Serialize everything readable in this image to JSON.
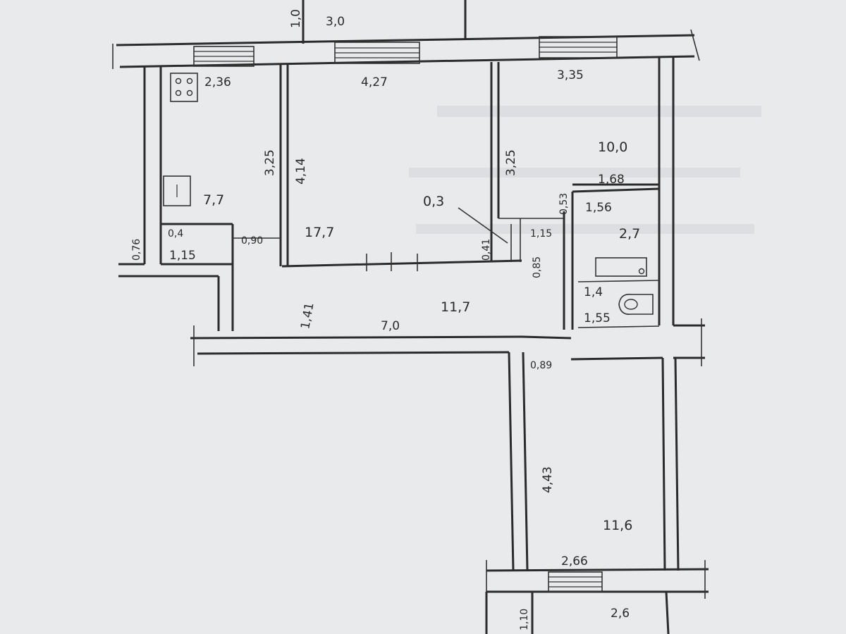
{
  "background_color": "#e9eaec",
  "ink_color": "#2b2b2b",
  "rooms": {
    "kitchen": "7,7",
    "living": "17,7",
    "bedroom_top_right": "10,0",
    "hall": "11,7",
    "bedroom_bottom": "11,6",
    "bathroom": "2,7",
    "pantry": "0,3"
  },
  "dims": {
    "d1_0": "1,0",
    "d3_0": "3,0",
    "d2_36": "2,36",
    "d4_27": "4,27",
    "d3_35": "3,35",
    "d3_25a": "3,25",
    "d4_14": "4,14",
    "d3_25b": "3,25",
    "d1_68": "1,68",
    "d0_53": "0,53",
    "d1_56": "1,56",
    "d0_4": "0,4",
    "d1_15": "1,15",
    "d0_76": "0,76",
    "d0_90": "0,90",
    "d1_15b": "1,15",
    "d0_85": "0,85",
    "d0_41": "0,41",
    "d1_4": "1,4",
    "d1_55": "1,55",
    "d1_41": "1,41",
    "d7_0": "7,0",
    "d0_89": "0,89",
    "d4_43": "4,43",
    "d2_66": "2,66",
    "d1_10": "1,10",
    "d2_6": "2,6"
  }
}
